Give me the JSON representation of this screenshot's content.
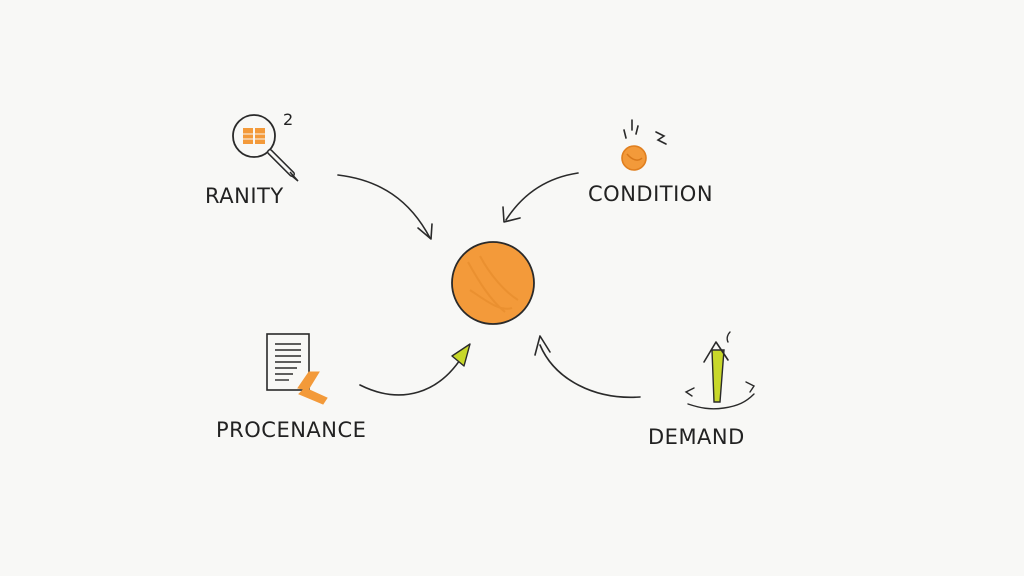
{
  "diagram": {
    "center": {
      "name": "center-coin",
      "color": "#f39a3a"
    },
    "factors": [
      {
        "label": "RANITY",
        "superscript": "2",
        "icon": "magnifying-glass-icon"
      },
      {
        "label": "CONDITION",
        "icon": "sparkling-coin-icon"
      },
      {
        "label": "PROCENANCE",
        "icon": "document-with-stamp-icon"
      },
      {
        "label": "DEMAND",
        "icon": "upward-arrow-icon"
      }
    ],
    "colors": {
      "ink": "#2a2a2a",
      "orange": "#f39a3a",
      "yellow_green": "#c8d82a"
    }
  }
}
